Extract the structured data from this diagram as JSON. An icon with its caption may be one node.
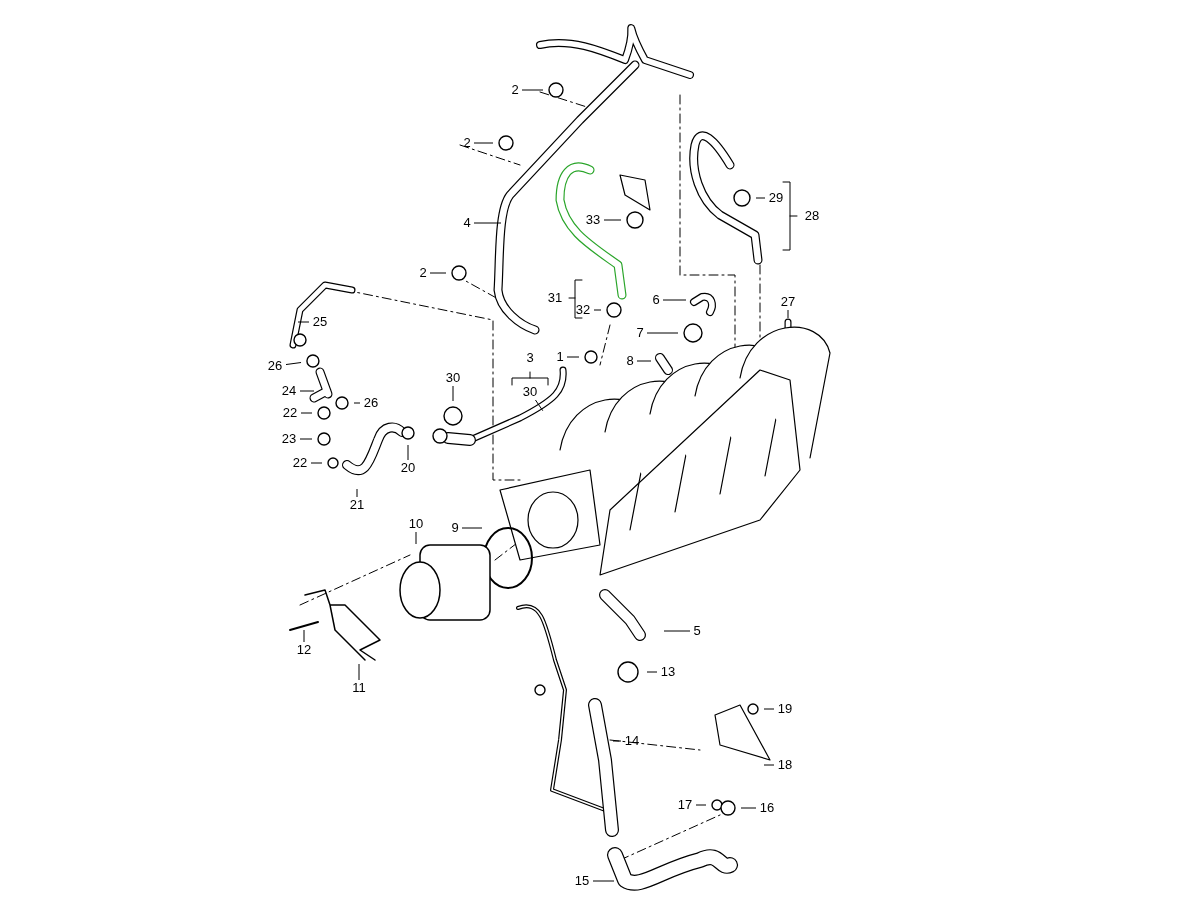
{
  "diagram": {
    "nodes": [
      {
        "text": [
          "2"
        ]
      },
      {
        "text": [
          "2"
        ]
      },
      {
        "text": [
          "4"
        ]
      },
      {
        "text": [
          "33"
        ]
      },
      {
        "text": [
          "29"
        ]
      },
      {
        "text": [
          "2"
        ]
      },
      {
        "text": [
          "32"
        ]
      },
      {
        "text": [
          "6"
        ]
      },
      {
        "text": [
          "27"
        ]
      },
      {
        "text": [
          "25"
        ]
      },
      {
        "text": [
          "7"
        ]
      },
      {
        "text": [
          "1"
        ]
      },
      {
        "text": [
          "8"
        ]
      },
      {
        "text": [
          "26"
        ]
      },
      {
        "text": [
          "30"
        ]
      },
      {
        "text": [
          "24"
        ]
      },
      {
        "text": [
          "26"
        ]
      },
      {
        "text": [
          "30"
        ]
      },
      {
        "text": [
          "22"
        ]
      },
      {
        "text": [
          "23"
        ]
      },
      {
        "text": [
          "22"
        ]
      },
      {
        "text": [
          "20"
        ]
      },
      {
        "text": [
          "21"
        ]
      },
      {
        "text": [
          "10"
        ]
      },
      {
        "text": [
          "9"
        ]
      },
      {
        "text": [
          "5"
        ]
      },
      {
        "text": [
          "12"
        ]
      },
      {
        "text": [
          "13"
        ]
      },
      {
        "text": [
          "11"
        ]
      },
      {
        "text": [
          "19"
        ]
      },
      {
        "text": [
          "14"
        ]
      },
      {
        "text": [
          "18"
        ]
      },
      {
        "text": [
          "17"
        ]
      },
      {
        "text": [
          "16"
        ]
      },
      {
        "text": [
          "15"
        ]
      }
    ],
    "edges": [
      {
        "from": 0,
        "to": null,
        "arrow": "none"
      },
      {
        "from": 1,
        "to": null,
        "arrow": "none"
      },
      {
        "from": 2,
        "to": null,
        "arrow": "none"
      },
      {
        "from": 3,
        "to": null,
        "arrow": "none"
      },
      {
        "from": 4,
        "to": null,
        "arrow": "none"
      },
      {
        "from": 5,
        "to": null,
        "arrow": "none"
      },
      {
        "from": 6,
        "to": null,
        "arrow": "none"
      },
      {
        "from": 7,
        "to": null,
        "arrow": "none"
      },
      {
        "from": 8,
        "to": null,
        "arrow": "none"
      },
      {
        "from": 9,
        "to": null,
        "arrow": "none"
      },
      {
        "from": 10,
        "to": null,
        "arrow": "none"
      },
      {
        "from": 11,
        "to": null,
        "arrow": "none"
      },
      {
        "from": 12,
        "to": null,
        "arrow": "none"
      },
      {
        "from": 13,
        "to": null,
        "arrow": "none"
      },
      {
        "from": 14,
        "to": null,
        "arrow": "none"
      },
      {
        "from": 15,
        "to": null,
        "arrow": "none"
      },
      {
        "from": 16,
        "to": null,
        "arrow": "none"
      },
      {
        "from": 17,
        "to": null,
        "arrow": "none"
      },
      {
        "from": 18,
        "to": null,
        "arrow": "none"
      },
      {
        "from": 19,
        "to": null,
        "arrow": "none"
      },
      {
        "from": 20,
        "to": null,
        "arrow": "none"
      },
      {
        "from": 21,
        "to": null,
        "arrow": "none"
      },
      {
        "from": 22,
        "to": null,
        "arrow": "none"
      },
      {
        "from": 23,
        "to": null,
        "arrow": "none"
      },
      {
        "from": 24,
        "to": null,
        "arrow": "none"
      },
      {
        "from": 25,
        "to": null,
        "arrow": "none"
      },
      {
        "from": 26,
        "to": null,
        "arrow": "none"
      },
      {
        "from": 27,
        "to": null,
        "arrow": "none"
      },
      {
        "from": 28,
        "to": null,
        "arrow": "none"
      },
      {
        "from": 29,
        "to": null,
        "arrow": "none"
      },
      {
        "from": 30,
        "to": null,
        "arrow": "none"
      },
      {
        "from": 31,
        "to": null,
        "arrow": "none"
      },
      {
        "from": 32,
        "to": null,
        "arrow": "none"
      },
      {
        "from": 33,
        "to": null,
        "arrow": "none"
      },
      {
        "from": 34,
        "to": null,
        "arrow": "none"
      }
    ],
    "labels": [
      "28",
      "31",
      "3"
    ]
  }
}
